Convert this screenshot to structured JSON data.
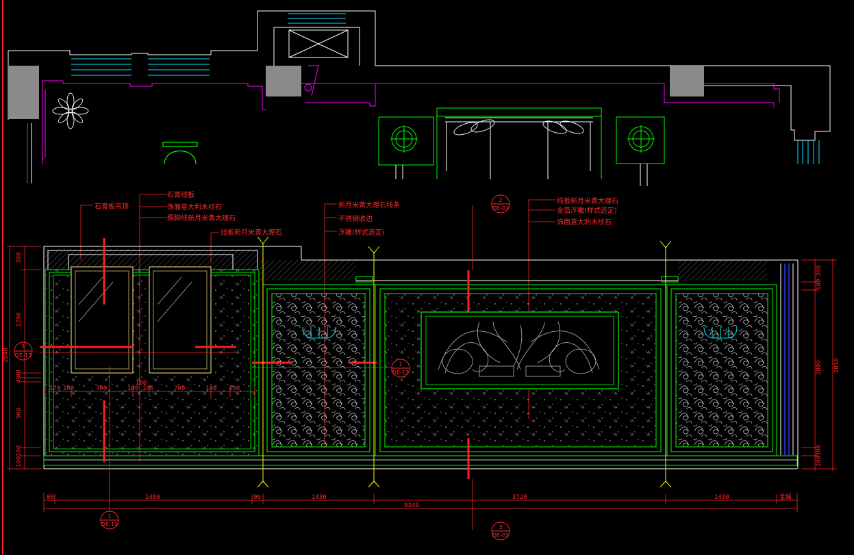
{
  "colors": {
    "background": "#000000",
    "outline": "#ffffff",
    "frame": "#00ff00",
    "annotation": "#ff2a2a",
    "magenta": "#ff00ff",
    "cyan": "#00ffff",
    "gold": "#d8c070",
    "gray_block": "#888888",
    "blue": "#3344ff"
  },
  "icons": [
    "flower-plant-icon",
    "stool-icon",
    "chair-icon",
    "x-box-icon",
    "lamp-icon",
    "wall-sconce-icon",
    "section-marker-icon"
  ],
  "annotations": {
    "left": [
      "石膏板吊顶",
      "石膏线板",
      "饰面意大利木纹石",
      "踢脚线新月米黄大理石",
      "线板新月米黄大理石"
    ],
    "center": [
      "新月米黄大理石线条",
      "不锈钢收边",
      "浮雕(样式选定)"
    ],
    "right": [
      "线板新月米黄大理石",
      "金箔浮雕(样式选定)",
      "饰面意大利木纹石"
    ]
  },
  "section_markers": [
    {
      "num": "1",
      "ref": "DE-13"
    },
    {
      "num": "2",
      "ref": "DE-01"
    },
    {
      "num": "1",
      "ref": "DE-13"
    },
    {
      "num": "1",
      "ref": "DE-11"
    },
    {
      "num": "3",
      "ref": "DE-01"
    }
  ],
  "dimensions": {
    "left_vertical": [
      "300",
      "1290",
      "40",
      "40",
      "960",
      "100",
      "100"
    ],
    "left_total": "2840",
    "right_vertical": [
      "300",
      "100",
      "2000",
      "100",
      "100"
    ],
    "right_total": "2850",
    "inner_horizontal": [
      "170",
      "100",
      "700",
      "100",
      "100",
      "700",
      "100",
      "180"
    ],
    "inner_center": "100",
    "bottom_segments": [
      "00",
      "1480",
      "00",
      "1430",
      "3720",
      "1430",
      "金属"
    ],
    "bottom_total": "9349"
  }
}
